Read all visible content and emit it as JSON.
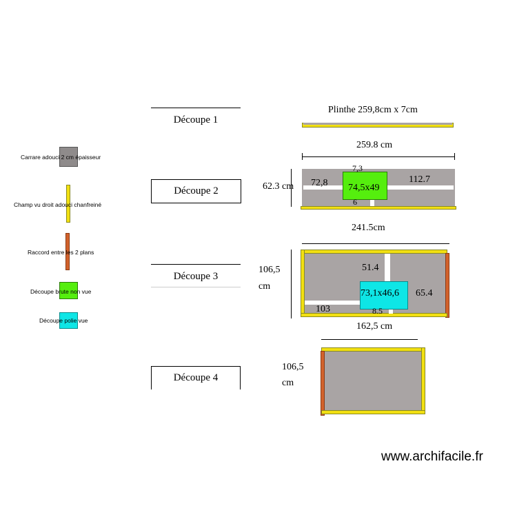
{
  "legend": {
    "items": [
      {
        "label": "Carrare adouci 2 cm épaisseur",
        "color": "#8f8b8b"
      },
      {
        "label": "Champ vu droit adouci chanfreiné",
        "color": "#f2e012"
      },
      {
        "label": "Raccord entre les 2 plans",
        "color": "#d2622c"
      },
      {
        "label": "Découpe brute non vue",
        "color": "#55ee0e"
      },
      {
        "label": "Découpe polie vue",
        "color": "#0ee6e6"
      }
    ]
  },
  "sections": {
    "decoupe1": "Découpe 1",
    "decoupe2": "Découpe 2",
    "decoupe3": "Découpe 3",
    "decoupe4": "Découpe 4"
  },
  "plinthe": {
    "label": "Plinthe 259,8cm x 7cm"
  },
  "piece2": {
    "width": "259.8 cm",
    "depth": "62.3 cm",
    "left": "72,8",
    "top": "7,3",
    "cutout": "74,5x49",
    "right": "112.7",
    "bottom": "6"
  },
  "piece3": {
    "width": "241.5cm",
    "depth_value": "106,5",
    "depth_unit": "cm",
    "upper": "51.4",
    "cutout": "73,1x46,6",
    "right": "65.4",
    "left": "103",
    "bottom": "8.5"
  },
  "piece4": {
    "width": "162,5 cm",
    "depth_value": "106,5",
    "depth_unit": "cm"
  },
  "watermark": "www.archifacile.fr"
}
